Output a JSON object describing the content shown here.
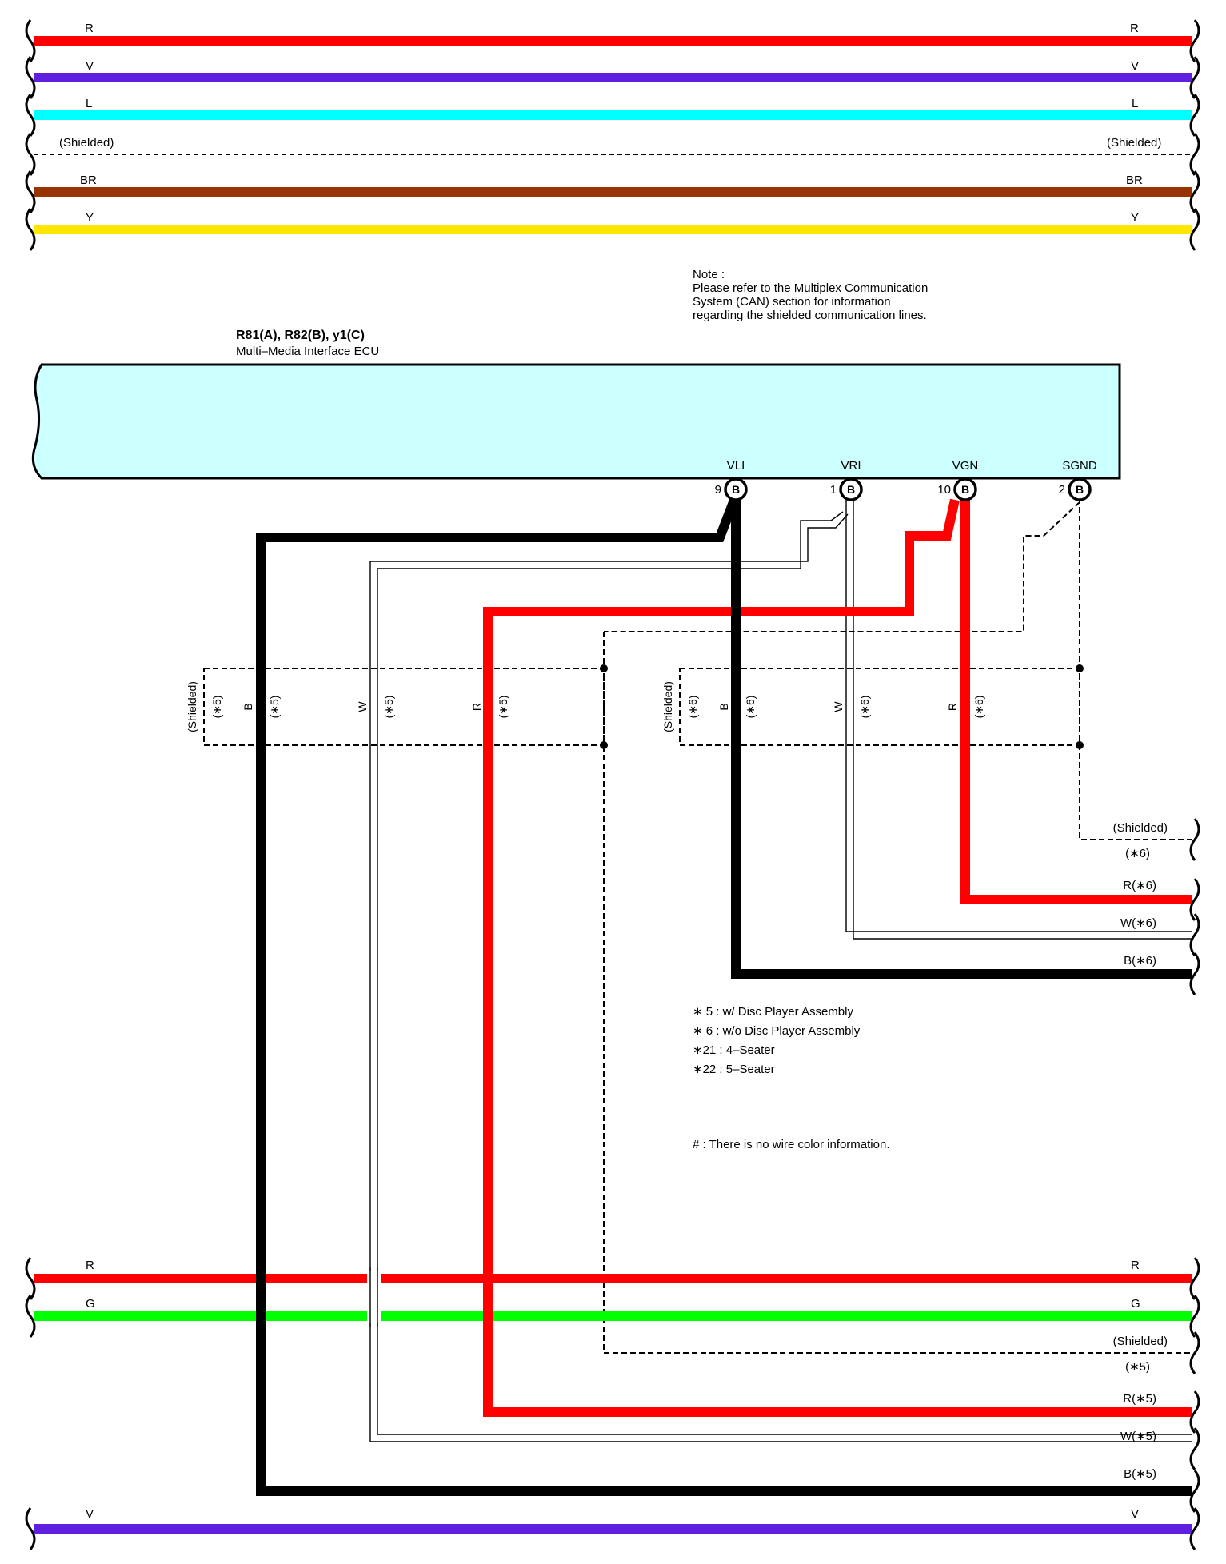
{
  "colors": {
    "R": "#ff0000",
    "V": "#5f1fdf",
    "L": "#00ffff",
    "BR": "#993300",
    "Y": "#ffe600",
    "G": "#00ff00",
    "B": "#000000",
    "W": "#ffffff",
    "ecu_fill": "#ccffff"
  },
  "top_bus": [
    {
      "left": "R",
      "right": "R"
    },
    {
      "left": "V",
      "right": "V"
    },
    {
      "left": "L",
      "right": "L"
    },
    {
      "left": "(Shielded)",
      "right": "(Shielded)"
    },
    {
      "left": "BR",
      "right": "BR"
    },
    {
      "left": "Y",
      "right": "Y"
    }
  ],
  "note": {
    "heading": "Note :",
    "lines": [
      "Please refer to the Multiplex Communication",
      "System (CAN) section for information",
      "regarding the shielded communication lines."
    ]
  },
  "ecu": {
    "title": "R81(A), R82(B), y1(C)",
    "subtitle": "Multi–Media Interface ECU",
    "pins": [
      {
        "name": "VLI",
        "number": "9",
        "connector": "B"
      },
      {
        "name": "VRI",
        "number": "1",
        "connector": "B"
      },
      {
        "name": "VGN",
        "number": "10",
        "connector": "B"
      },
      {
        "name": "SGND",
        "number": "2",
        "connector": "B"
      }
    ]
  },
  "shield_group_5": {
    "shield": "(Shielded)",
    "mark": "(∗5)",
    "wires": [
      "B",
      "W",
      "R"
    ]
  },
  "shield_group_6": {
    "shield": "(Shielded)",
    "mark": "(∗6)",
    "wires": [
      "B",
      "W",
      "R"
    ]
  },
  "right_exits_6": [
    {
      "label": "(Shielded)",
      "sub": "(∗6)"
    },
    {
      "label": "R(∗6)"
    },
    {
      "label": "W(∗6)"
    },
    {
      "label": "B(∗6)"
    }
  ],
  "legend": [
    "∗ 5 : w/ Disc Player Assembly",
    "∗ 6 : w/o Disc Player Assembly",
    "∗21 : 4–Seater",
    "∗22 : 5–Seater"
  ],
  "hash_note": "# : There is no wire color information.",
  "bottom_bus": [
    {
      "left": "R",
      "right": "R"
    },
    {
      "left": "G",
      "right": "G"
    }
  ],
  "right_exits_5": [
    {
      "label": "(Shielded)",
      "sub": "(∗5)"
    },
    {
      "label": "R(∗5)"
    },
    {
      "label": "W(∗5)"
    },
    {
      "label": "B(∗5)"
    }
  ],
  "bottom_v": {
    "left": "V",
    "right": "V"
  }
}
